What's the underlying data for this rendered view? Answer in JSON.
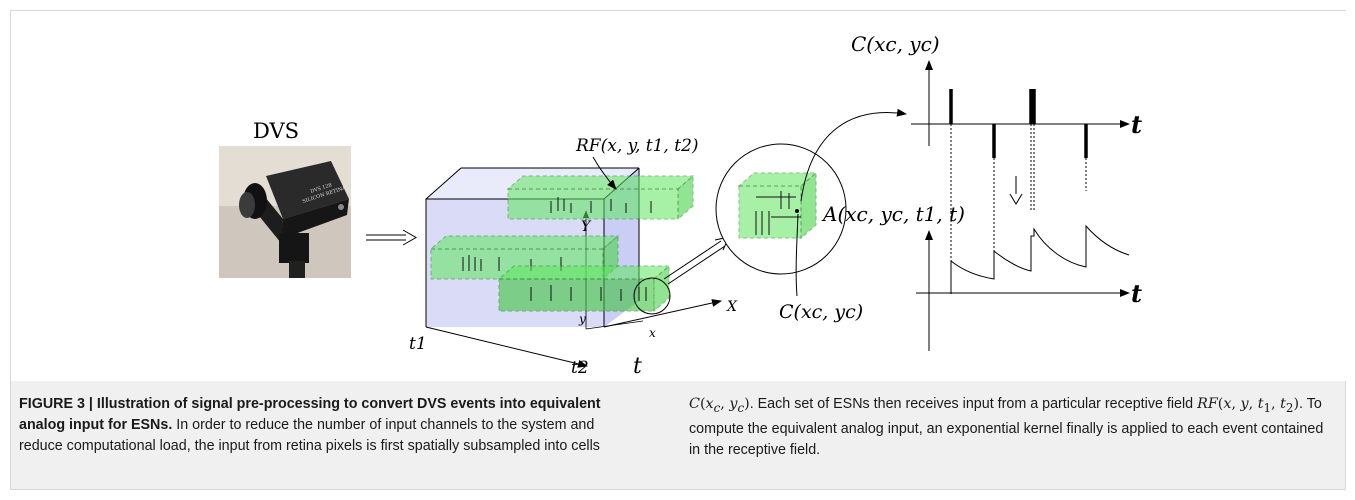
{
  "figure": {
    "labels": {
      "dvs": "DVS",
      "rf": "RF(x, y, t1, t2)",
      "c_top": "C(xc, yc)",
      "c_mid": "C(xc, yc)",
      "a": "A(xc, yc, t1, t)",
      "t_top": "t",
      "t_bottom": "t",
      "t_cube": "t",
      "t1": "t1",
      "t2": "t2",
      "axis_x": "X",
      "axis_y": "Y",
      "x": "x",
      "y": "y",
      "camera_text_1": "DVS 128",
      "camera_text_2": "SILICON RETINA"
    }
  },
  "caption": {
    "bold": "FIGURE 3 | Illustration of signal pre-processing to convert DVS events into equivalent analog input for ESNs.",
    "text_a": " In order to reduce the number of input channels to the system and reduce computational load, the input from retina pixels is first spatially subsampled into cells ",
    "cell_symbol": "C",
    "text_b": ". Each set of ESNs then receives input from a particular receptive field ",
    "rf_symbol": "RF",
    "text_c": ". To compute the equivalent analog input, an exponential kernel finally is applied to each event contained in the receptive field."
  },
  "colors": {
    "background": "#f0f0f0",
    "green": "#5ee65e",
    "blue_panel": "#b9bdf0",
    "camera": "#2a2a2a"
  }
}
